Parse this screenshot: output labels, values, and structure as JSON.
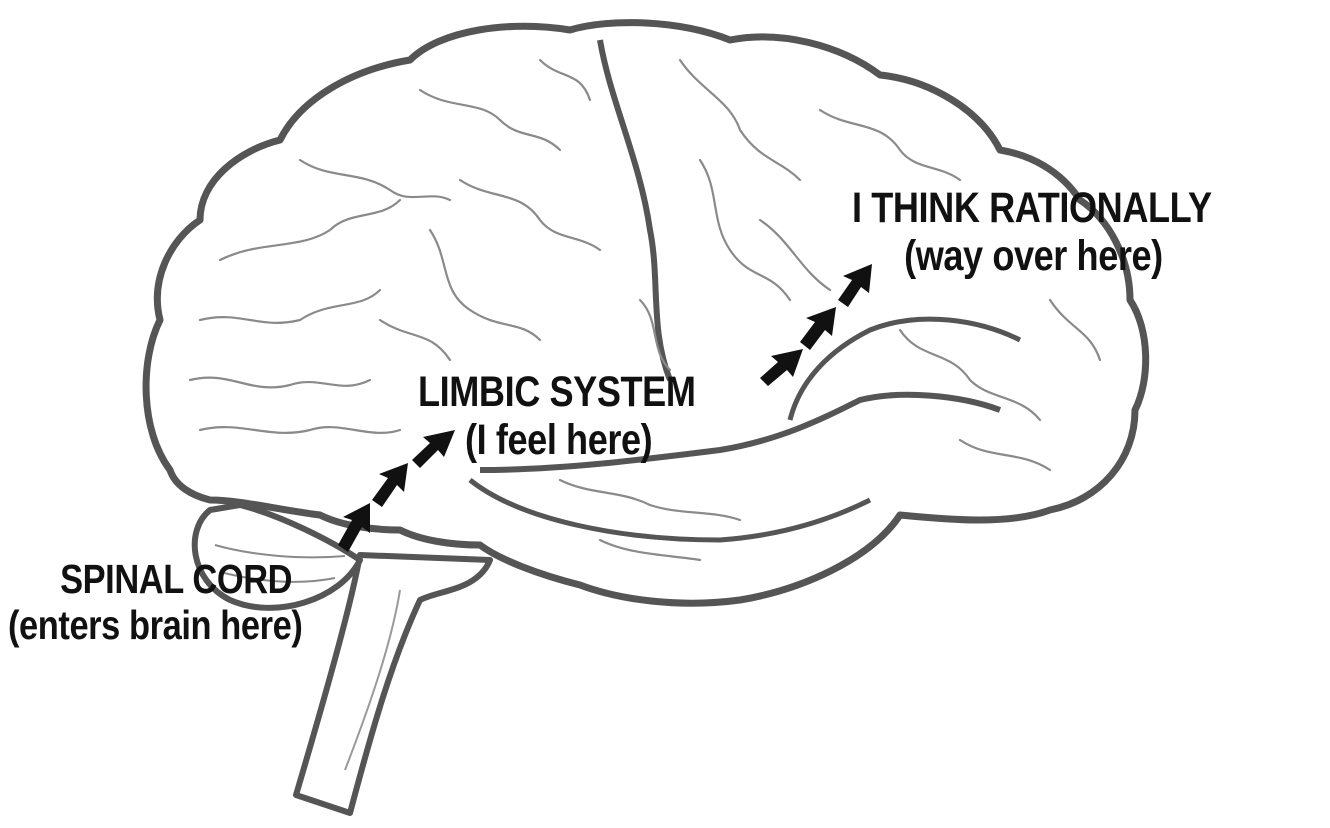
{
  "labels": {
    "think": {
      "line1": "I THINK RATIONALLY",
      "line2": "(way over here)"
    },
    "limbic": {
      "line1": "LIMBIC SYSTEM",
      "line2": "(I feel here)"
    },
    "spinal": {
      "line1": "SPINAL CORD",
      "line2": "(enters brain here)"
    }
  },
  "colors": {
    "outline": "#555555",
    "fold_lines": "#8a8a8a",
    "arrows": "#111111",
    "text": "#111111",
    "background": "#ffffff"
  },
  "icons": {
    "brain": "brain-outline-illustration",
    "arrow": "bold-arrow-icon"
  }
}
